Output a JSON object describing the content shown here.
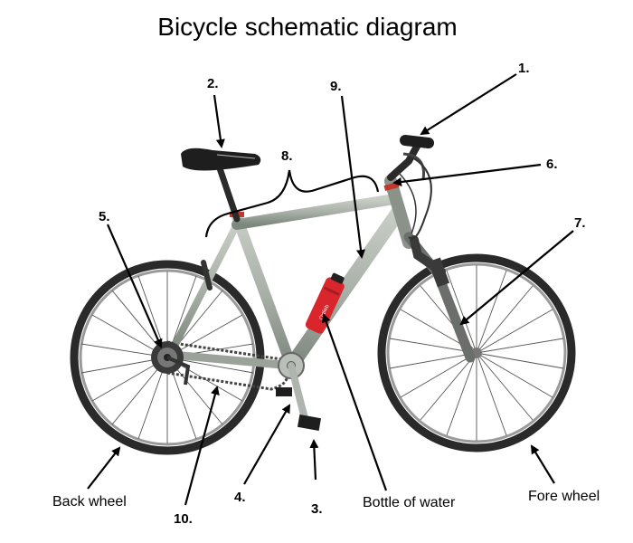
{
  "title": "Bicycle schematic diagram",
  "labels": {
    "n1": "1.",
    "n2": "2.",
    "n3": "3.",
    "n4": "4.",
    "n5": "5.",
    "n6": "6.",
    "n7": "7.",
    "n8": "8.",
    "n9": "9.",
    "n10": "10.",
    "back_wheel": "Back wheel",
    "bottle": "Bottle of water",
    "fore_wheel": "Fore wheel"
  },
  "colors": {
    "frame": "#a9b1a8",
    "frame_dark": "#7e877e",
    "tire": "#2a2a2a",
    "bottle": "#d8262c",
    "arrow": "#000000"
  },
  "bottle_brand": "Ortlieb"
}
